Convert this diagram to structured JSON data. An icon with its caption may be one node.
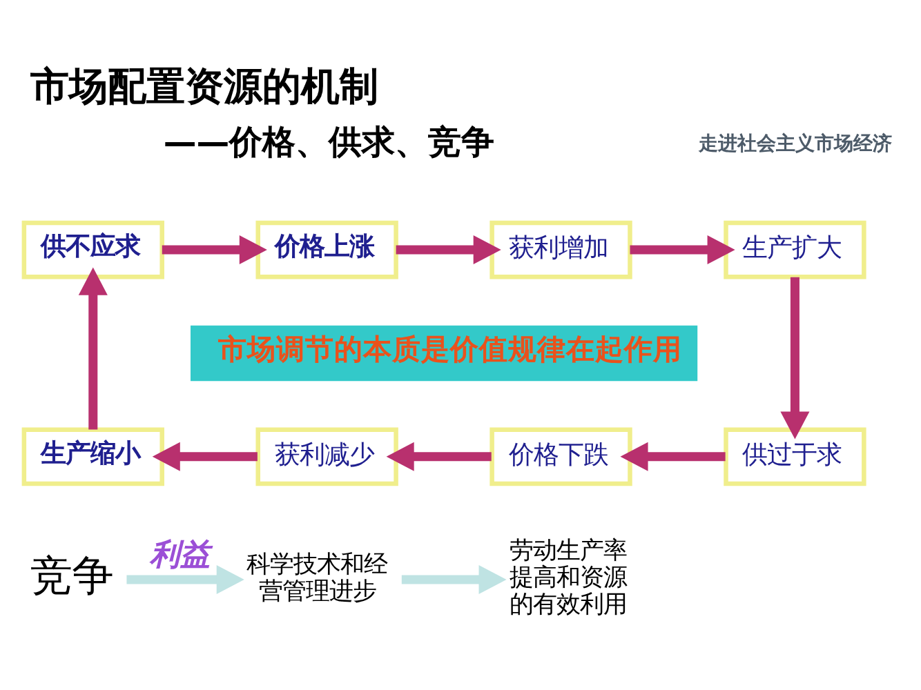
{
  "diagram": {
    "title": "市场配置资源的机制",
    "nodes": [
      {
        "text": [
          "供不应求"
        ]
      },
      {
        "text": [
          "价格上涨"
        ]
      },
      {
        "text": [
          "获利增加"
        ]
      },
      {
        "text": [
          "生产扩大"
        ]
      },
      {
        "text": [
          "市场调节的本质是价值规律在起作用"
        ]
      },
      {
        "text": [
          "生产缩小"
        ]
      },
      {
        "text": [
          "获利减少"
        ]
      },
      {
        "text": [
          "价格下跌"
        ]
      },
      {
        "text": [
          "供过于求"
        ]
      },
      {
        "text": [
          "竞争"
        ]
      },
      {
        "text": [
          "科学技术和经营管理进步"
        ]
      },
      {
        "text": [
          "劳动生产率提高和资源的有效利用"
        ]
      }
    ],
    "edges": [
      {
        "from": 0,
        "to": 1,
        "arrow": "to"
      },
      {
        "from": 1,
        "to": 2,
        "arrow": "to"
      },
      {
        "from": 2,
        "to": 3,
        "arrow": "to"
      },
      {
        "from": 3,
        "to": 8,
        "arrow": "to"
      },
      {
        "from": 8,
        "to": 7,
        "arrow": "to"
      },
      {
        "from": 7,
        "to": 6,
        "arrow": "to"
      },
      {
        "from": 6,
        "to": 5,
        "arrow": "to"
      },
      {
        "from": 5,
        "to": 0,
        "arrow": "to"
      },
      {
        "from": 9,
        "to": 10,
        "arrow": "to",
        "label": "利益",
        "color": "#bfe3e3"
      },
      {
        "from": 10,
        "to": 11,
        "arrow": "to",
        "color": "#bfe3e3"
      }
    ],
    "labels": [
      "走进社会主义市场经济",
      "——价格、供求、竞争"
    ]
  }
}
